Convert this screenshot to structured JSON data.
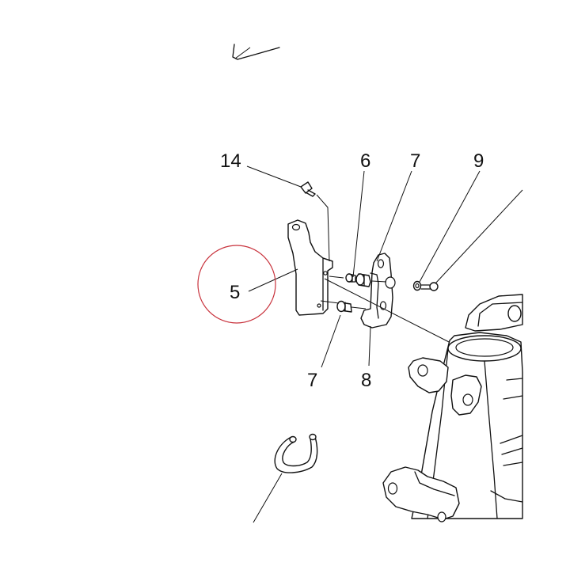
{
  "diagram": {
    "highlight_color": "#c8323c",
    "line_color": "#111111",
    "callouts": {
      "c14": "14",
      "c6": "6",
      "c7_top": "7",
      "c9": "9",
      "c5": "5",
      "c7_bottom": "7",
      "c8": "8"
    }
  }
}
